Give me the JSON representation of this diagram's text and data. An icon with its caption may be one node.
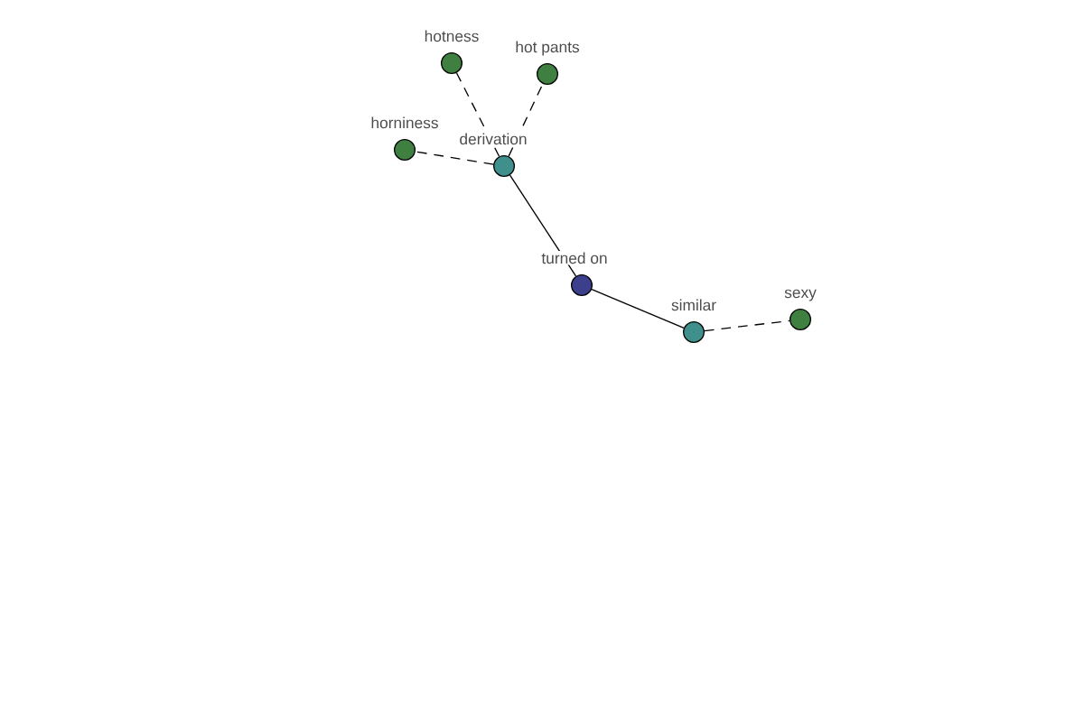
{
  "diagram": {
    "nodes": [
      {
        "text": [
          "turned on"
        ]
      },
      {
        "text": [
          "derivation"
        ]
      },
      {
        "text": [
          "similar"
        ]
      },
      {
        "text": [
          "hotness"
        ]
      },
      {
        "text": [
          "hot pants"
        ]
      },
      {
        "text": [
          "horniness"
        ]
      },
      {
        "text": [
          "sexy"
        ]
      }
    ],
    "edges": [
      {
        "from": 0,
        "to": 1,
        "arrow": "none"
      },
      {
        "from": 0,
        "to": 2,
        "arrow": "none"
      },
      {
        "from": 1,
        "to": 3,
        "arrow": "none",
        "style": "dashed"
      },
      {
        "from": 1,
        "to": 4,
        "arrow": "none",
        "style": "dashed"
      },
      {
        "from": 1,
        "to": 5,
        "arrow": "none",
        "style": "dashed"
      },
      {
        "from": 2,
        "to": 6,
        "arrow": "none",
        "style": "dashed"
      }
    ]
  }
}
